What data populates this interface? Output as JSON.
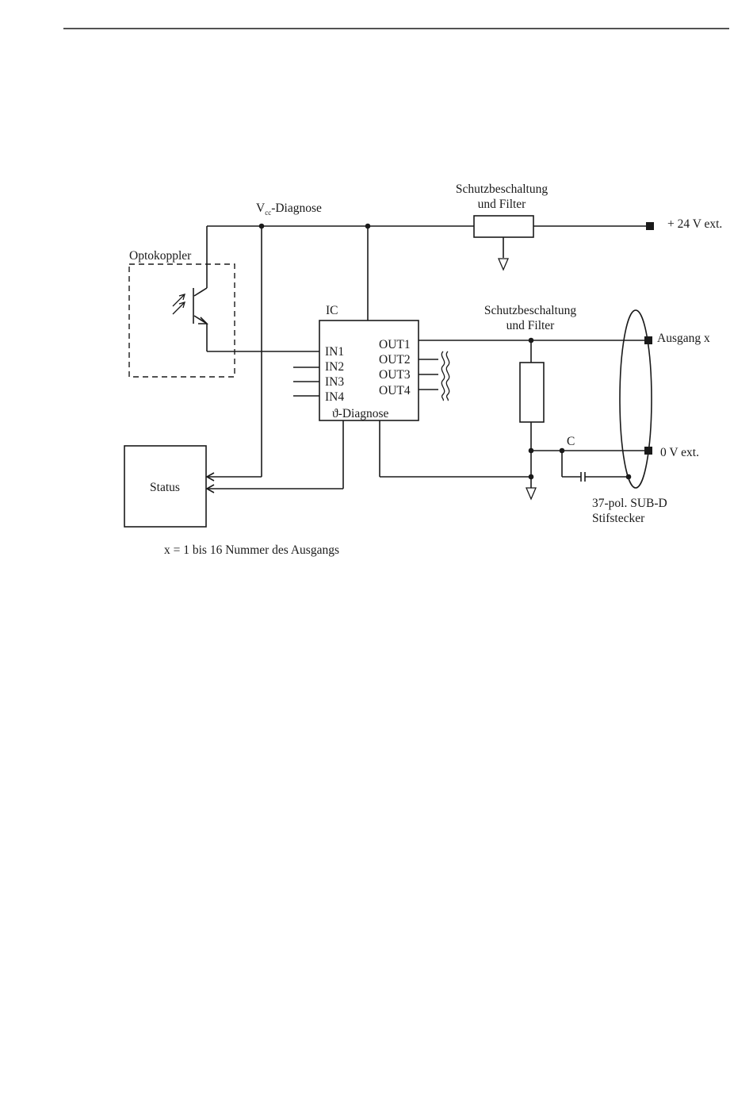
{
  "labels": {
    "vcc_main": "V",
    "vcc_sub": "cc",
    "vcc_suffix": "-Diagnose",
    "schutz_top_1": "Schutzbeschaltung",
    "schutz_top_2": "und Filter",
    "plus24": "+ 24 V ext.",
    "optokoppler": "Optokoppler",
    "ic": "IC",
    "schutz_mid_1": "Schutzbeschaltung",
    "schutz_mid_2": "und Filter",
    "in1": "IN1",
    "in2": "IN2",
    "in3": "IN3",
    "in4": "IN4",
    "out1": "OUT1",
    "out2": "OUT2",
    "out3": "OUT3",
    "out4": "OUT4",
    "theta_diag": "ϑ-Diagnose",
    "ausgang": "Ausgang x",
    "cap": "C",
    "zero_v": "0 V ext.",
    "status": "Status",
    "subd_1": "37-pol. SUB-D",
    "subd_2": "Stifstecker",
    "footnote": "x = 1 bis 16  Nummer des Ausgangs"
  }
}
